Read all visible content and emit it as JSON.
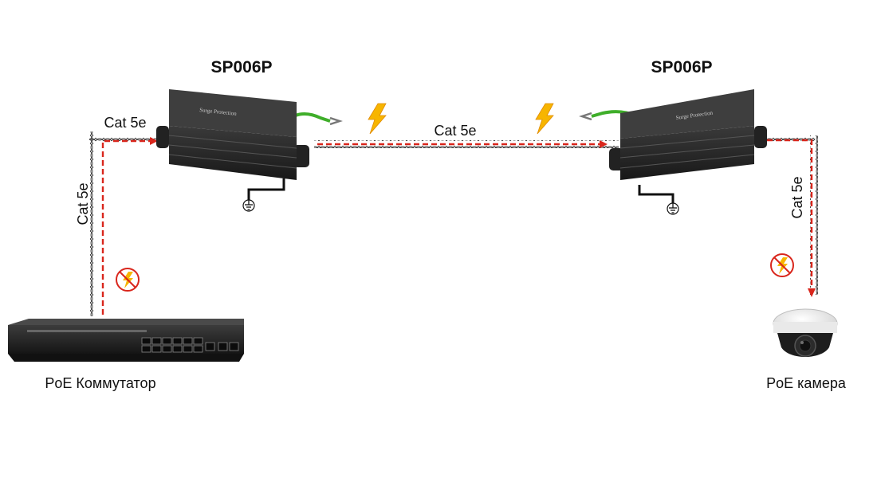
{
  "devices": {
    "protector_left": {
      "model": "SP006P",
      "label": "Surge Protection"
    },
    "protector_right": {
      "model": "SP006P",
      "label": "Surge Protection"
    },
    "switch": {
      "label": "PoE Коммутатор"
    },
    "camera": {
      "label": "PoE камера"
    }
  },
  "cables": {
    "switch_vertical": "Cat 5e",
    "switch_horizontal": "Cat 5e",
    "middle": "Cat 5e",
    "camera_vertical": "Cat 5e"
  },
  "icons": {
    "lightning": "lightning-bolt-icon",
    "no_lightning": "no-lightning-icon",
    "ground": "ground-icon"
  },
  "colors": {
    "signal_path": "#d9261c",
    "lightning": "#f7b500",
    "protector_body": "#2a2a2a",
    "ground_wire": "#3fae2a"
  }
}
